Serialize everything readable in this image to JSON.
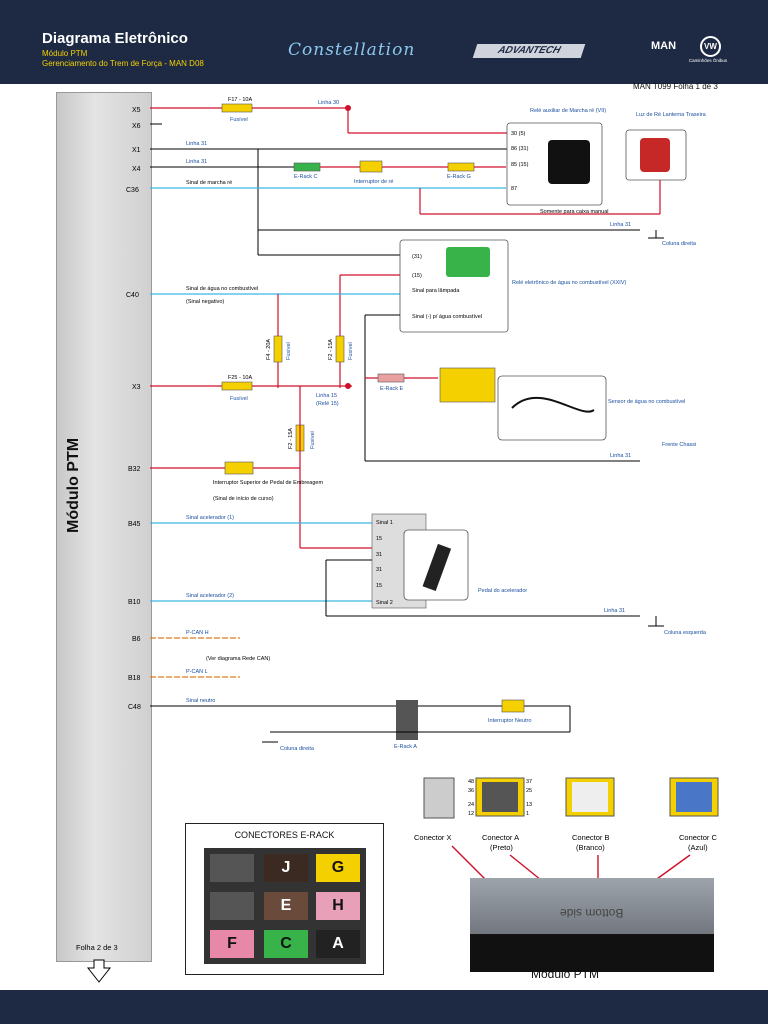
{
  "header": {
    "title": "Diagrama Eletrônico",
    "subtitle1": "Módulo PTM",
    "subtitle2": "Gerenciamento do Trem de Força - MAN D08",
    "brand": "Constellation",
    "brand2": "ADVANTECH",
    "logo1": "MAN",
    "logo2": "VW",
    "logo3": "Caminhões Ônibus"
  },
  "sheet_ref": "MAN T099   Folha 1 de 3",
  "module_label": "Módulo PTM",
  "pins": [
    "X5",
    "X6",
    "X1",
    "X4",
    "C36",
    "C40",
    "X3",
    "B32",
    "B45",
    "B10",
    "B6",
    "B18",
    "C48"
  ],
  "wires": {
    "linha30": "Linha 30",
    "linha31": "Linha 31",
    "sinal_re": "Sinal de marcha ré",
    "sinal_agua": "Sinal de água no combustível",
    "sinal_neg": "(Sinal negativo)",
    "linha15": "Linha 15",
    "rele15": "(Relé 15)",
    "acel1": "Sinal acelerador (1)",
    "acel2": "Sinal acelerador (2)",
    "pcanh": "P-CAN H",
    "pcanl": "P-CAN L",
    "ver_can": "(Ver diagrama Rede CAN)",
    "neutro": "Sinal neutro"
  },
  "fuses": {
    "f17": "F17 - 10A",
    "f25": "F25 - 10A",
    "f4": "F4 - 20A",
    "f2a": "F2 - 15A",
    "f2b": "F2 - 15A",
    "fusivel": "Fusível"
  },
  "components": {
    "rele_re": "Relé auxiliar de Marcha ré (VII)",
    "luz_re": "Luz de Ré Lanterna Traseira",
    "somente": "Somente para caixa manual",
    "interruptor_re": "Interruptor de ré",
    "erack_c": "E-Rack C",
    "erack_g": "E-Rack G",
    "erack_e": "E-Rack E",
    "erack_a": "E-Rack A",
    "coluna_direita": "Coluna direita",
    "coluna_esquerda": "Coluna esquerda",
    "rele_agua": "Relé eletrônico de água no combustível (XXIV)",
    "sinal_lampada": "Sinal para lâmpada",
    "sinal_agua_comb": "Sinal (-) p/ água combustível",
    "sensor_agua": "Sensor de água no combustível",
    "frente_chassi": "Frente Chassi",
    "interruptor_embr": "Interruptor Superior de Pedal de Embreagem",
    "inicio_curso": "(Sinal de início de curso)",
    "pedal": "Pedal do acelerador",
    "sinal1": "Sinal 1",
    "sinal2": "Sinal 2",
    "interruptor_neutro": "Interruptor Neutro"
  },
  "rele_pins": [
    "30 (5)",
    "86 (31)",
    "85 (15)",
    "87"
  ],
  "agua_pins": [
    "(31)",
    "(15)"
  ],
  "pedal_pins": [
    "15",
    "31",
    "31",
    "15"
  ],
  "erack_box": {
    "title": "CONECTORES E-RACK",
    "cells": [
      "J",
      "G",
      "E",
      "H",
      "F",
      "C",
      "A"
    ]
  },
  "connectors": {
    "x": "Conector X",
    "a": "Conector A",
    "a2": "(Preto)",
    "b": "Conector B",
    "b2": "(Branco)",
    "c": "Conector C",
    "c2": "(Azul)",
    "pin_nums": [
      "48",
      "36",
      "24",
      "12",
      "37",
      "25",
      "13",
      "1"
    ]
  },
  "footer_ref": "Folha 2 de 3",
  "colors": {
    "header": "#1e2a44",
    "red": "#d0102a",
    "cyan": "#3cb6e0",
    "orange": "#e37a1c",
    "fuse": "#f5d000"
  }
}
